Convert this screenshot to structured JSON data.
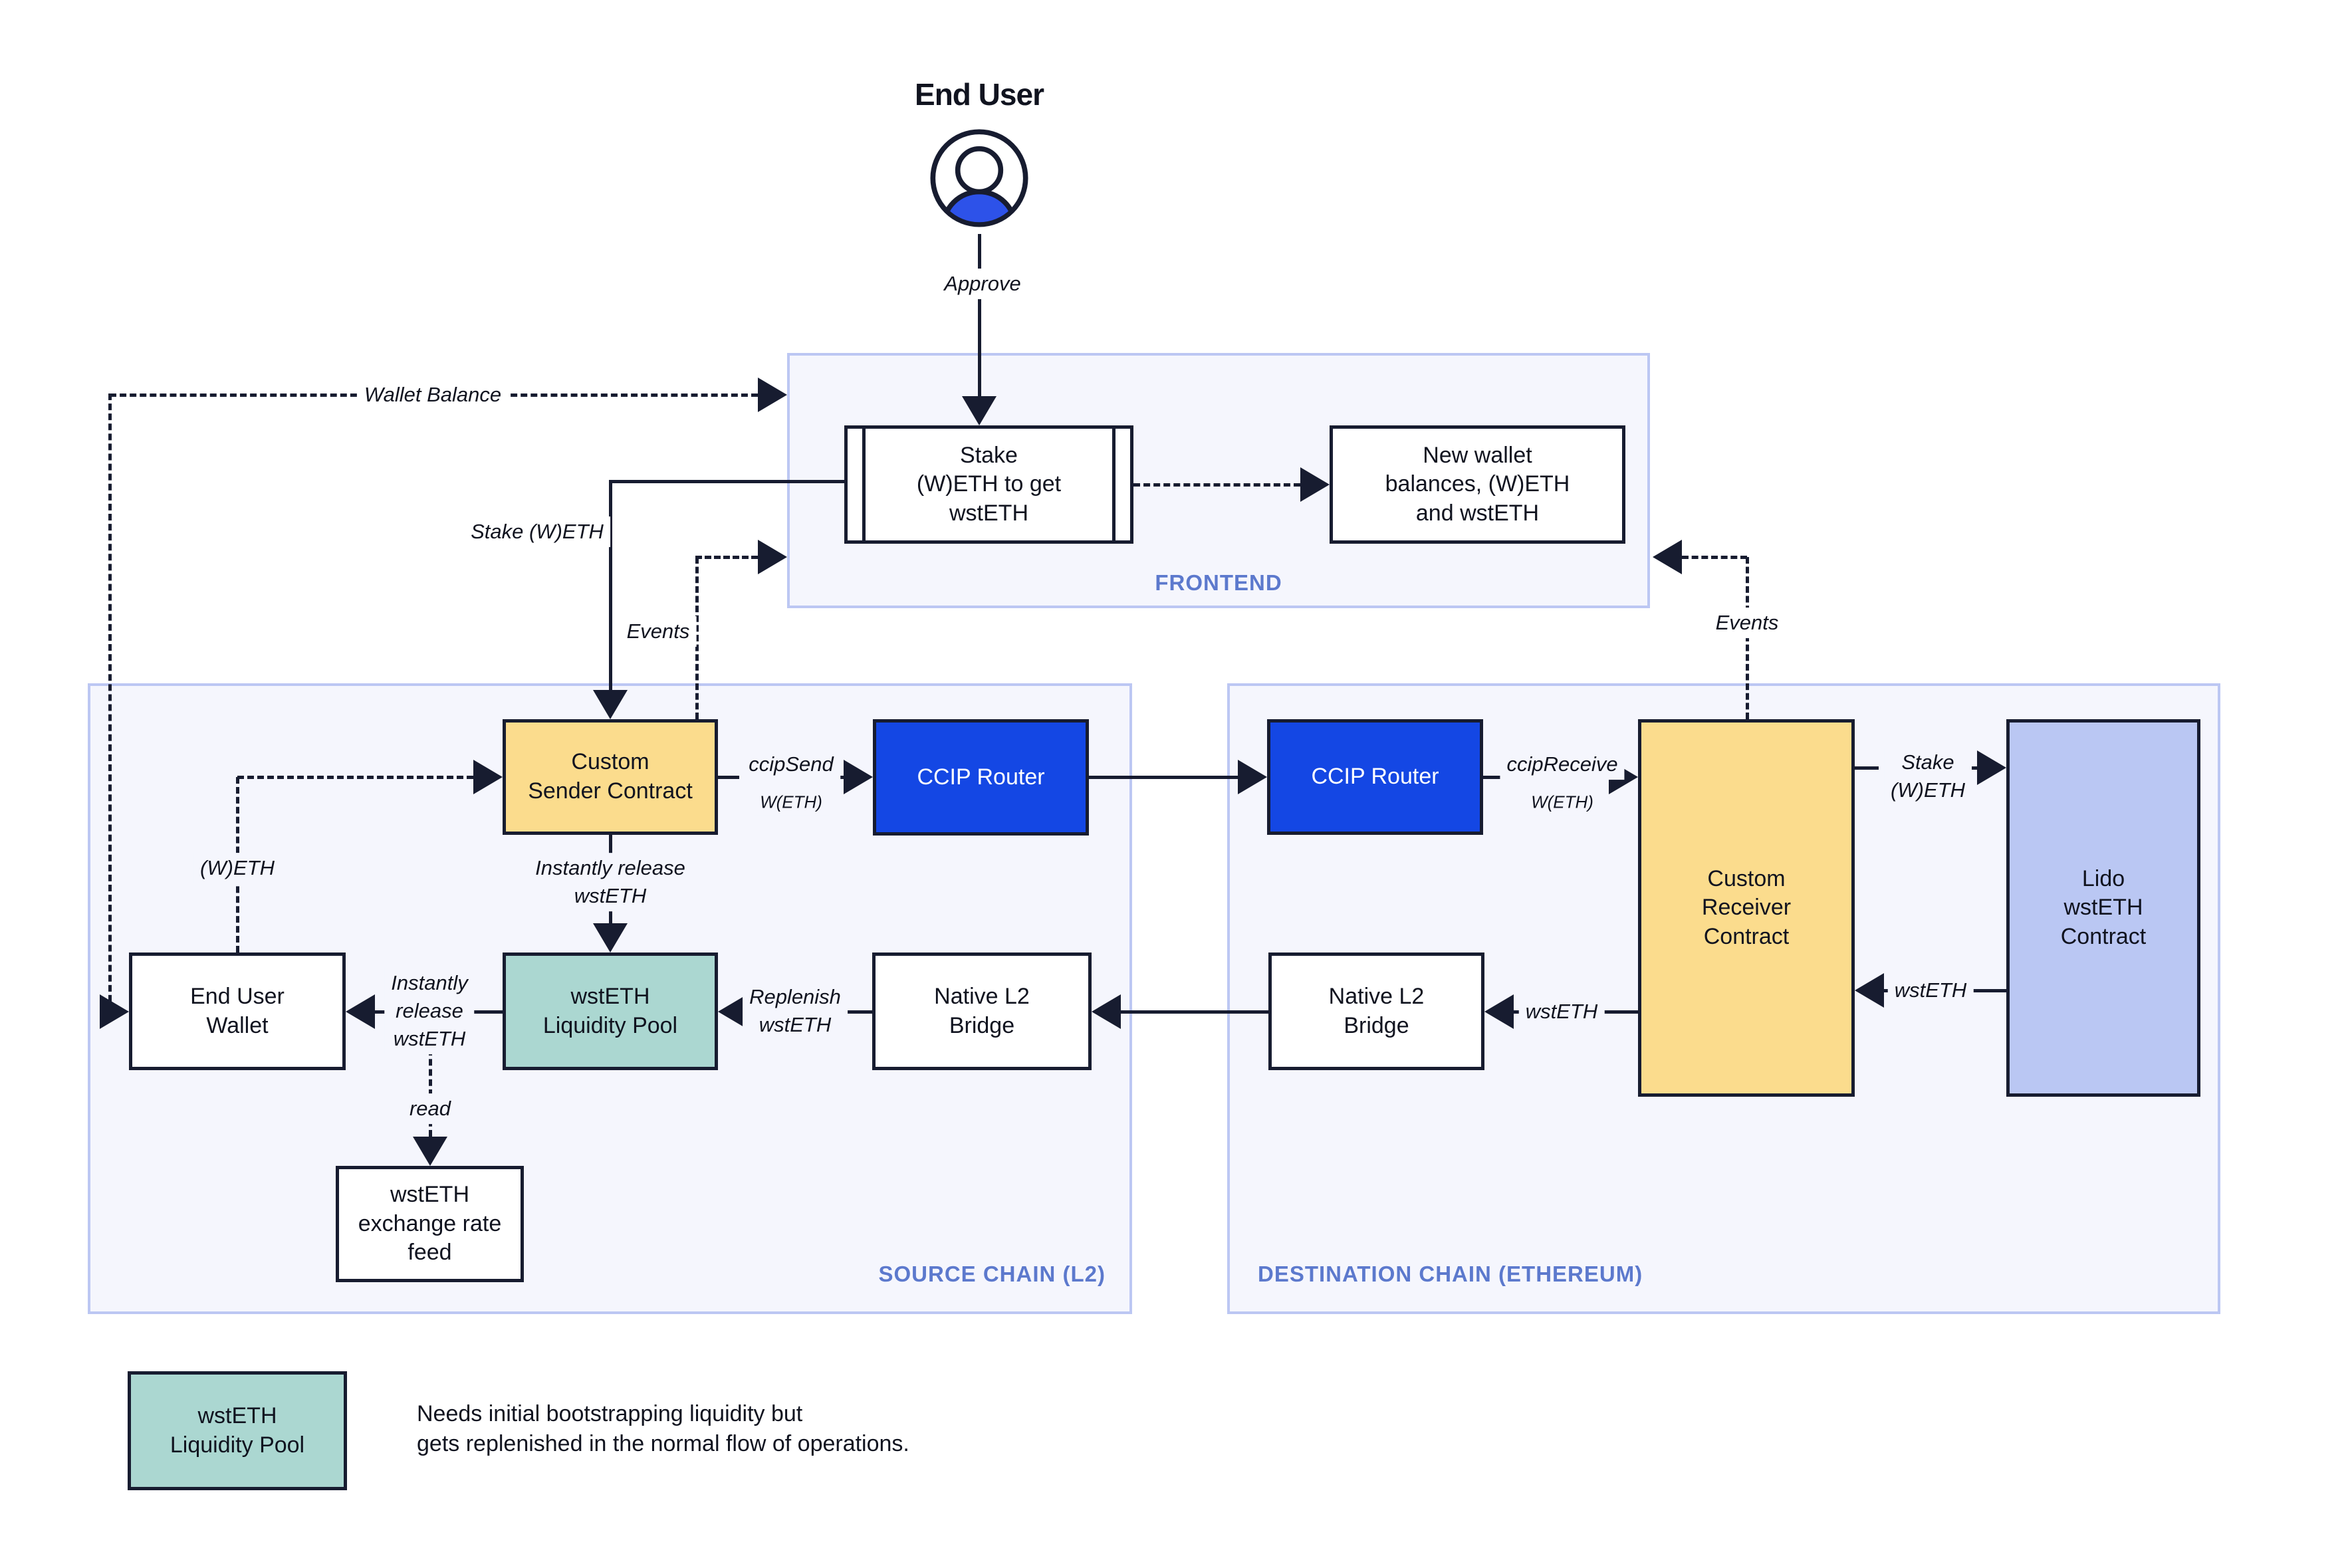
{
  "diagram": {
    "title": "End User",
    "frontend": {
      "label": "FRONTEND",
      "stake_box": "Stake\n(W)ETH to get\nwstETH",
      "new_wallet_box": "New wallet\nbalances, (W)ETH\nand wstETH"
    },
    "source_chain": {
      "label": "SOURCE CHAIN (L2)",
      "custom_sender": "Custom\nSender Contract",
      "ccip_router": "CCIP Router",
      "liquidity_pool": "wstETH\nLiquidity Pool",
      "native_bridge": "Native L2\nBridge",
      "end_user_wallet": "End User\nWallet",
      "exchange_feed": "wstETH\nexchange rate\nfeed"
    },
    "destination_chain": {
      "label": "DESTINATION CHAIN (ETHEREUM)",
      "ccip_router": "CCIP Router",
      "custom_receiver": "Custom\nReceiver\nContract",
      "lido": "Lido\nwstETH\nContract",
      "native_bridge": "Native L2\nBridge"
    },
    "edges": {
      "approve": "Approve",
      "wallet_balance": "Wallet Balance",
      "stake_weth": "Stake (W)ETH",
      "events_left": "Events",
      "events_right": "Events",
      "ccip_send": "ccipSend",
      "ccip_send_asset": "W(ETH)",
      "ccip_receive": "ccipReceive",
      "ccip_receive_asset": "W(ETH)",
      "stake_weth_dest": "Stake\n(W)ETH",
      "wsteth_lido_to_receiver": "wstETH",
      "wsteth_receiver_to_bridge": "wstETH",
      "replenish": "Replenish\nwstETH",
      "instantly_release_pool": "Instantly\nrelease\nwstETH",
      "instantly_release_sender": "Instantly release\nwstETH",
      "read": "read",
      "weth": "(W)ETH"
    },
    "legend": {
      "box_label": "wstETH\nLiquidity Pool",
      "note": "Needs initial bootstrapping liquidity but\ngets replenished in the normal flow of operations."
    },
    "colors": {
      "container_fill": "#f5f6fd",
      "container_border": "#bcc7f3",
      "container_label": "#5c79cd",
      "node_border": "#171c30",
      "line": "#171c30",
      "yellow": "#fbdc8d",
      "blue": "#1447e4",
      "teal": "#abd7d1",
      "purple": "#bac7f3",
      "user_icon_blue": "#2d52e9"
    }
  }
}
